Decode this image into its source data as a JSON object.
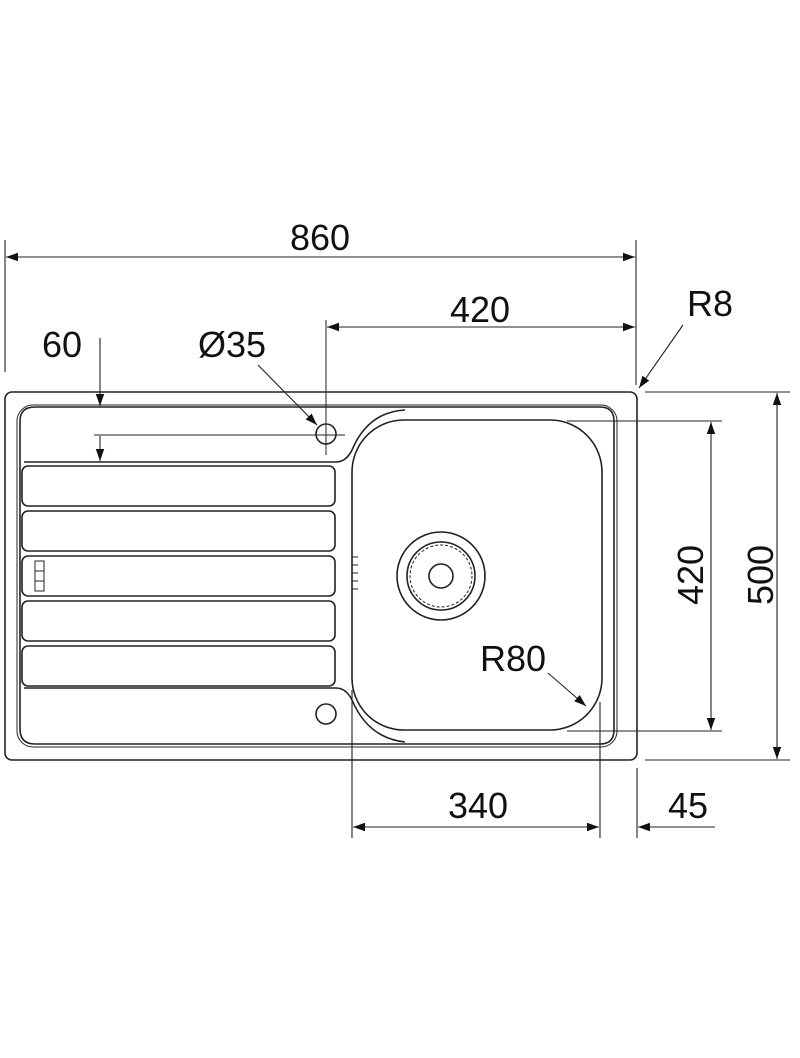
{
  "drawing": {
    "dimensions": {
      "overall_width": "860",
      "bowl_offset_width": "420",
      "drainer_edge": "60",
      "tap_hole": "Ø35",
      "corner_radius": "R8",
      "bowl_length": "420",
      "overall_depth": "500",
      "bowl_radius": "R80",
      "bowl_width": "340",
      "rim_offset": "45"
    },
    "colors": {
      "line": "#222222",
      "background": "#ffffff"
    }
  }
}
